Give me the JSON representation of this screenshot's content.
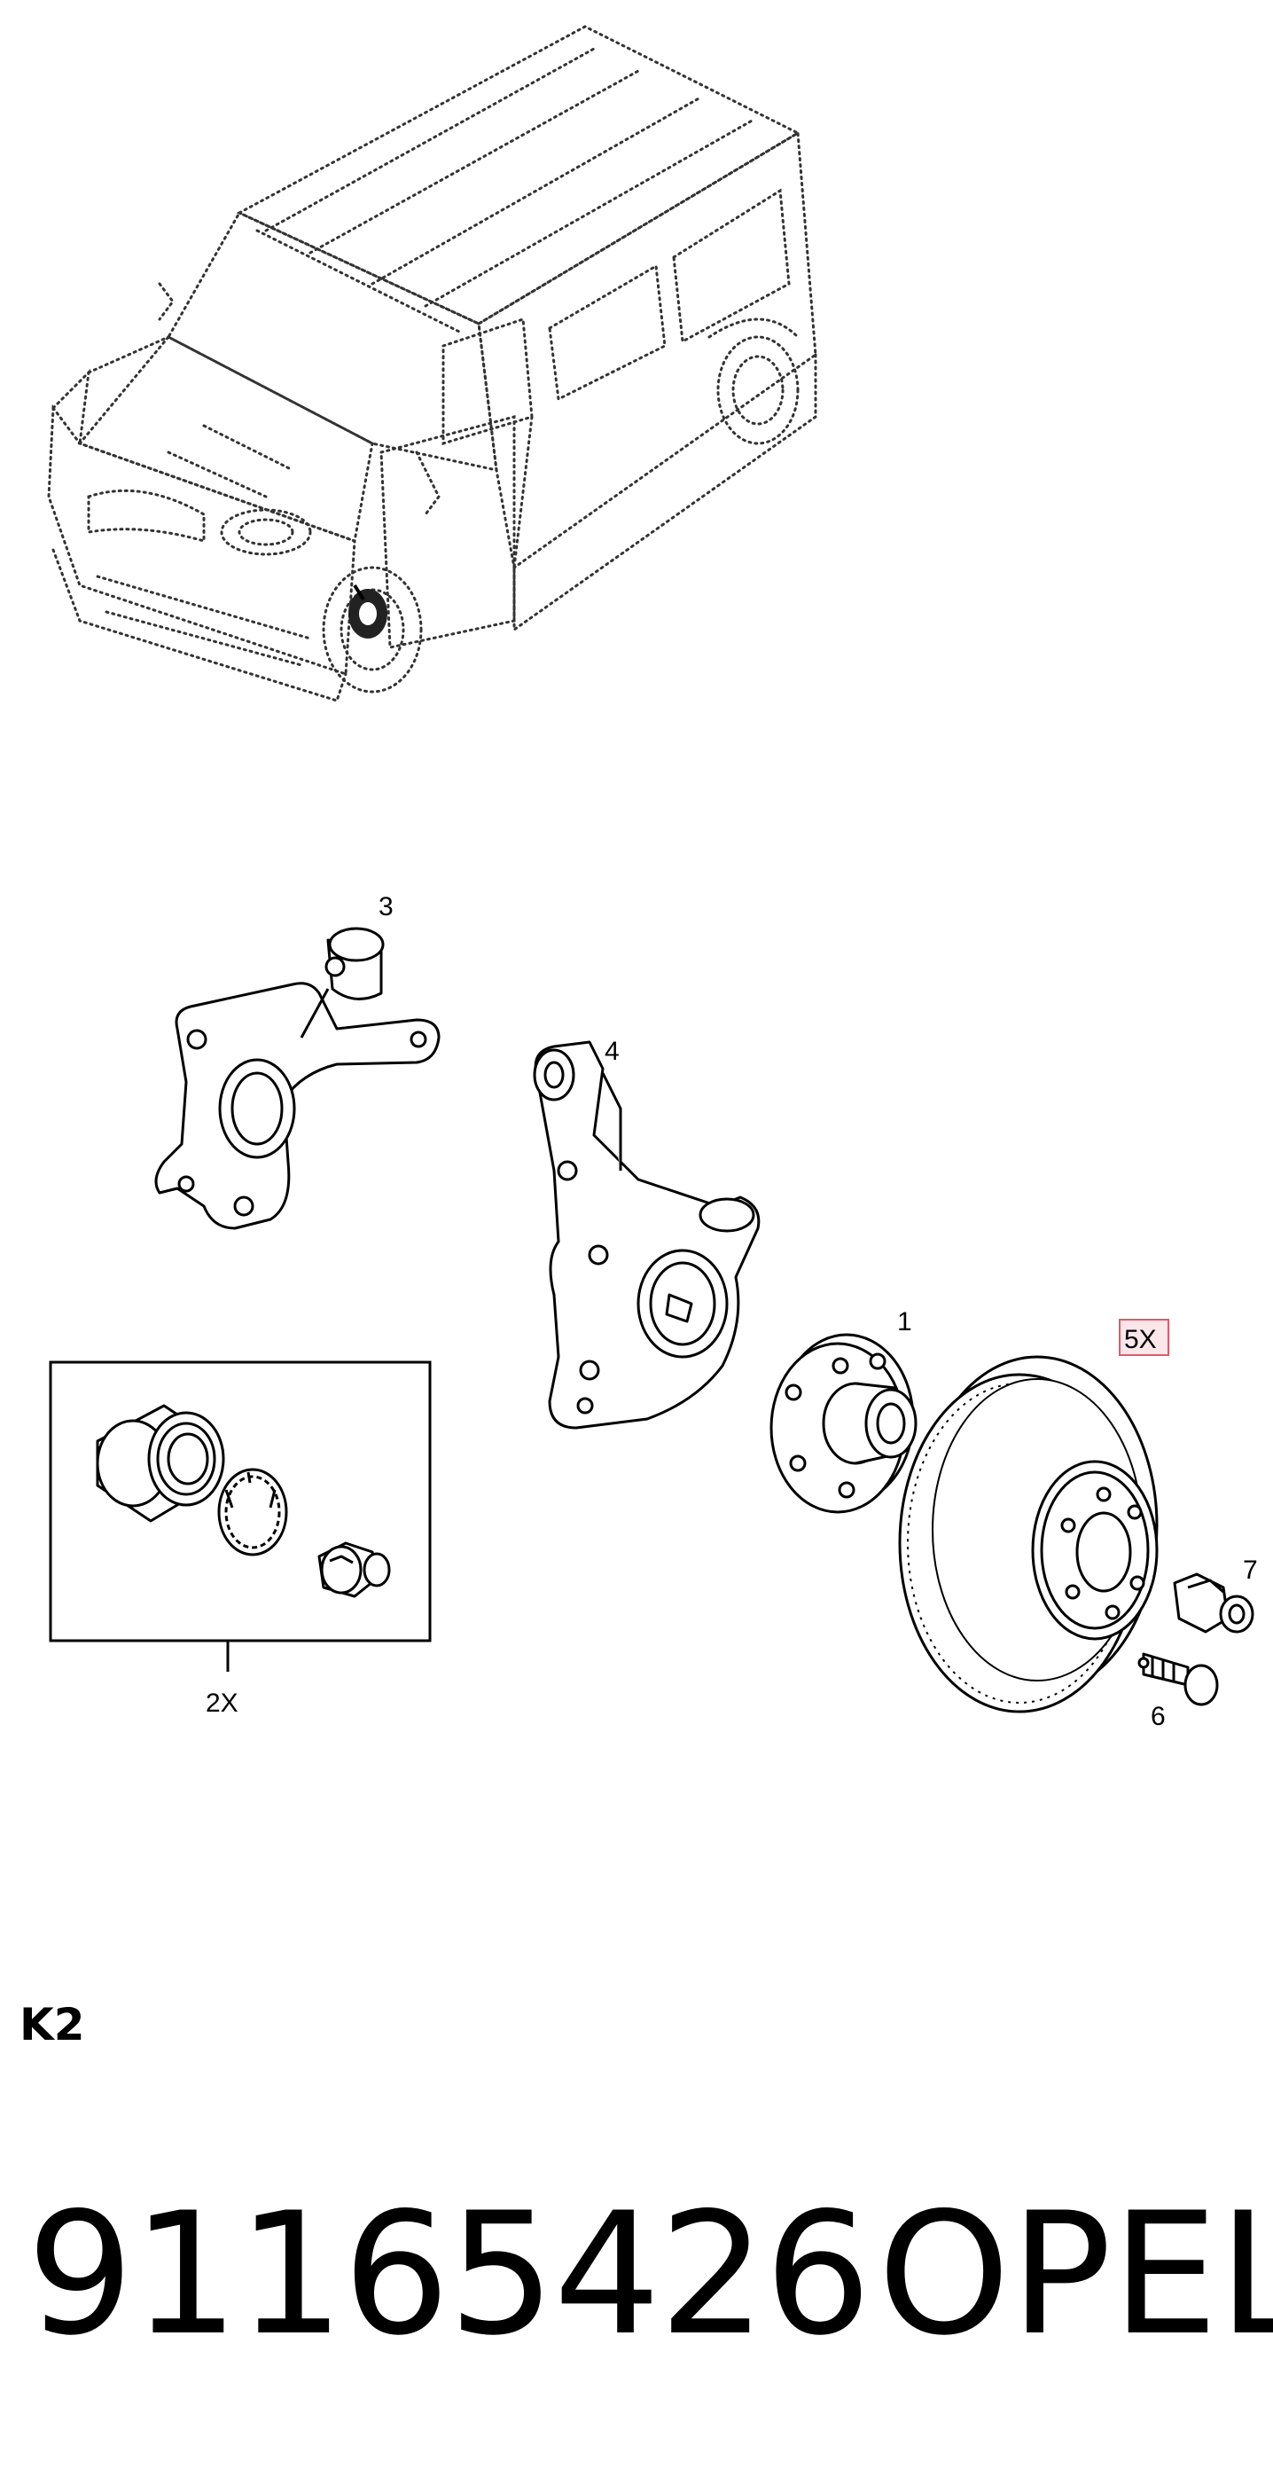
{
  "callouts": {
    "hub": "1",
    "bearing_kit_qty": "2X",
    "knuckle_right": "3",
    "knuckle_left": "4",
    "disc_qty": "5X",
    "screw": "6",
    "wheel_bolt": "7"
  },
  "diagram_code": "K2",
  "part_number": "91165426",
  "brand": "OPEL",
  "highlight_color": "#e05a6a"
}
